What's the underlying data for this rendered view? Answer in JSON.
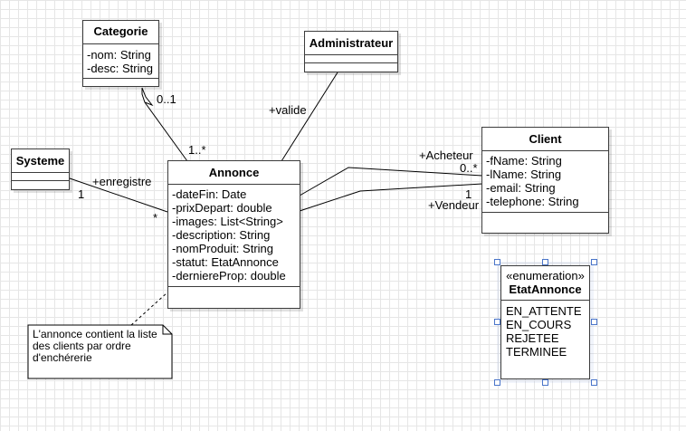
{
  "classes": {
    "categorie": {
      "name": "Categorie",
      "attributes": [
        "-nom: String",
        "-desc: String"
      ]
    },
    "administrateur": {
      "name": "Administrateur"
    },
    "systeme": {
      "name": "Systeme"
    },
    "annonce": {
      "name": "Annonce",
      "attributes": [
        "-dateFin: Date",
        "-prixDepart: double",
        "-images: List<String>",
        "-description: String",
        "-nomProduit: String",
        "-statut: EtatAnnonce",
        "-derniereProp: double"
      ]
    },
    "client": {
      "name": "Client",
      "attributes": [
        "-fName: String",
        "-lName: String",
        "-email: String",
        "-telephone: String"
      ]
    },
    "etat_annonce": {
      "stereotype": "«enumeration»",
      "name": "EtatAnnonce",
      "values": [
        "EN_ATTENTE",
        "EN_COURS",
        "REJETEE",
        "TERMINEE"
      ]
    }
  },
  "associations": {
    "categorie_mult": "0..1",
    "annonce_categorie_mult": "1..*",
    "valide_role": "+valide",
    "enregistre_role": "+enregistre",
    "systeme_mult": "1",
    "annonce_systeme_mult": "*",
    "acheteur_role": "+Acheteur",
    "acheteur_mult": "0..*",
    "vendeur_mult": "1",
    "vendeur_role": "+Vendeur"
  },
  "note": {
    "lines": [
      "L'annonce contient la liste",
      "des clients par ordre",
      "d'enchérerie"
    ]
  },
  "colors": {
    "border": "#3c3c3c",
    "grid": "#e6e6e6",
    "selection": "#4a75c9"
  }
}
